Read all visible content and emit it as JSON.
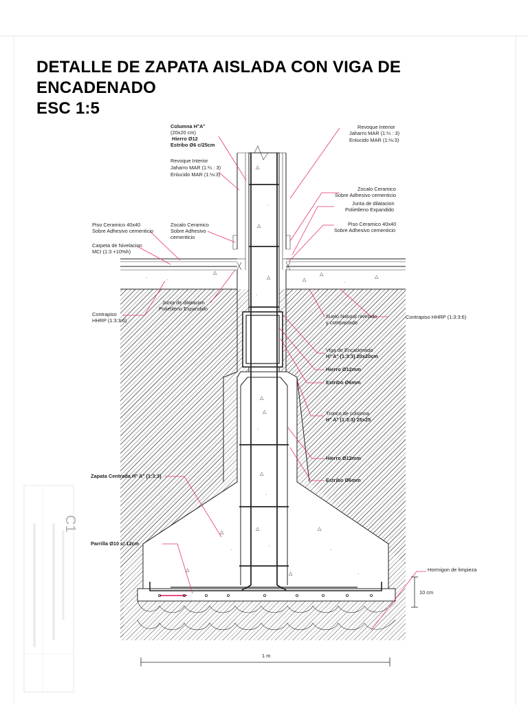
{
  "title": {
    "line1": "DETALLE DE ZAPATA AISLADA CON VIGA DE",
    "line2": "ENCADENADO",
    "line3": "ESC 1:5"
  },
  "labels": {
    "columna_1": "Columna H°A°",
    "columna_2": "(20x20 cm)",
    "columna_3": "Hierro Ø12",
    "columna_4": "Estribo Ø6 c/25cm",
    "revoque_l_1": "Revoque Interior",
    "revoque_l_2": "Jaharro MAR (1:¼ : 3)",
    "revoque_l_3": "Enlucido MAR (1:⅛:3)",
    "revoque_r_1": "Revoque Interior",
    "revoque_r_2": "Jaharro MAR (1:¼ : 3)",
    "revoque_r_3": "Enlucido MAR (1:⅛:3)",
    "piso_l_1": "Piso Ceramico 40x40",
    "piso_l_2": "Sobre Adhesivo cementicio",
    "zocalo_l_1": "Zocalo Ceramico",
    "zocalo_l_2": "Sobre Adhesivo",
    "zocalo_l_3": "cementicio",
    "carpeta_1": "Carpeta de Nivelacion",
    "carpeta_2": "MCI (1:3 +10%h)",
    "contrapiso_l_1": "Contrapiso",
    "contrapiso_l_2": "HHRP (1:3:3:6)",
    "junta_l_1": "Junta de dilatacion",
    "junta_l_2": "Polietileno Expandido",
    "zocalo_r_1": "Zocalo Ceramico",
    "zocalo_r_2": "Sobre Adhesivo cementicio",
    "junta_r_1": "Junta de dilatacion",
    "junta_r_2": "Polietileno Expandido",
    "piso_r_1": "Piso Ceramico 40x40",
    "piso_r_2": "Sobre Adhesivo cementicio",
    "suelo_1": "Suelo Natural nivelado",
    "suelo_2": "y compactado",
    "contrapiso_r": "Contrapiso HHRP (1:3:3:6)",
    "viga_1": "Viga de Encadenado",
    "viga_2": "H° A° (1:3:3) 20x20cm",
    "viga_hierro": "Hierro Ø12mm",
    "viga_estribo": "Estribo Ø6mm",
    "tronco_1": "Tronco de columna",
    "tronco_2": "H° A° (1:3:3) 25x25",
    "tronco_hierro": "Hierro Ø12mm",
    "tronco_estribo": "Estribo Ø6mm",
    "zapata": "Zapata Centrada H° A° (1:3:3)",
    "parrilla": "Parrilla Ø10 c/ 12cm",
    "hormigon": "Hormigon de limpieza",
    "dim_10cm": "10 cm",
    "dim_1m": "1 m",
    "side_c1": "C1"
  },
  "colors": {
    "leader": "#e8336b",
    "lines": "#222222",
    "background": "#ffffff"
  }
}
